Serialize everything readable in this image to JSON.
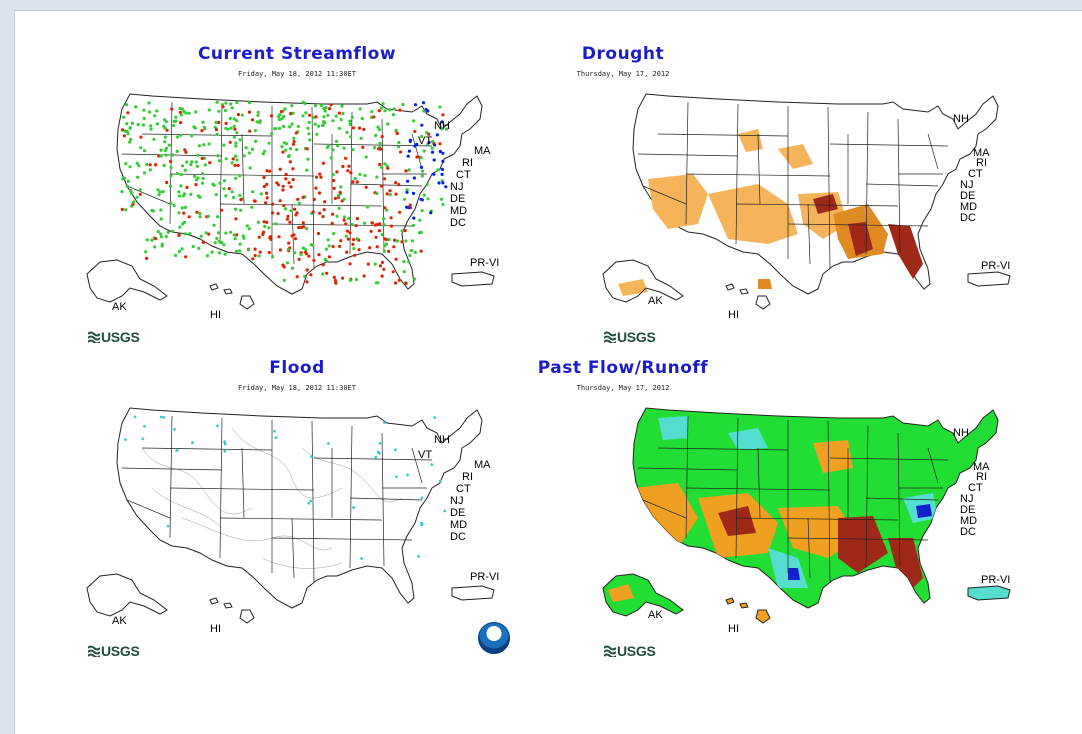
{
  "panels": [
    {
      "title": "Current Streamflow",
      "date": "Friday, May 18, 2012 11:30ET"
    },
    {
      "title": "Drought",
      "date": "Thursday, May 17, 2012"
    },
    {
      "title": "Flood",
      "date": "Friday, May 18, 2012 11:30ET"
    },
    {
      "title": "Past Flow/Runoff",
      "date": "Thursday, May 17, 2012"
    }
  ],
  "labels": {
    "nh": "NH",
    "vt": "VT",
    "ma": "MA",
    "ri": "RI",
    "ct": "CT",
    "nj": "NJ",
    "de": "DE",
    "md": "MD",
    "dc": "DC",
    "prvi": "PR-VI",
    "ak": "AK",
    "hi": "HI"
  },
  "logo": "USGS",
  "colors": {
    "title": "#1c1ccc",
    "streamflow_normal": "#33cc33",
    "streamflow_below": "#dd2200",
    "streamflow_above": "#0022ee",
    "drought_moderate": "#f5b45a",
    "drought_severe": "#e08a24",
    "drought_extreme": "#a02818",
    "runoff_normal": "#22dd33",
    "runoff_below": "#f0a020",
    "runoff_much_below": "#a02818",
    "runoff_above": "#55ddd0",
    "runoff_high": "#1122cc"
  },
  "icons": [
    "usgs-logo-icon",
    "noaa-logo-icon"
  ]
}
